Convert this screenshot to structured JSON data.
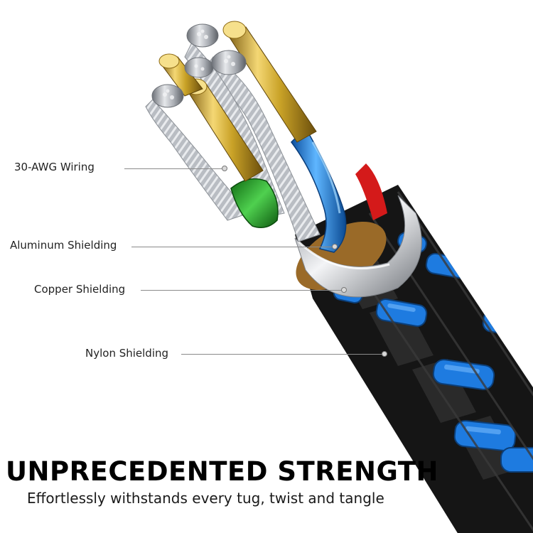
{
  "callouts": {
    "wiring": "30-AWG Wiring",
    "aluminum": "Aluminum Shielding",
    "copper": "Copper Shielding",
    "nylon": "Nylon Shielding"
  },
  "headline": "UNPRECEDENTED STRENGTH",
  "subline": "Effortlessly withstands every tug, twist and tangle",
  "colors": {
    "braid_blue": "#1e7be0",
    "braid_black": "#1a1a1a",
    "copper_gold": "#c9a227",
    "wire_blue": "#1f86d9",
    "wire_green": "#2aa02a",
    "wire_red": "#d41a1a",
    "strand_silver": "#b8bcc2",
    "collar_silver": "#cfd2d6"
  }
}
